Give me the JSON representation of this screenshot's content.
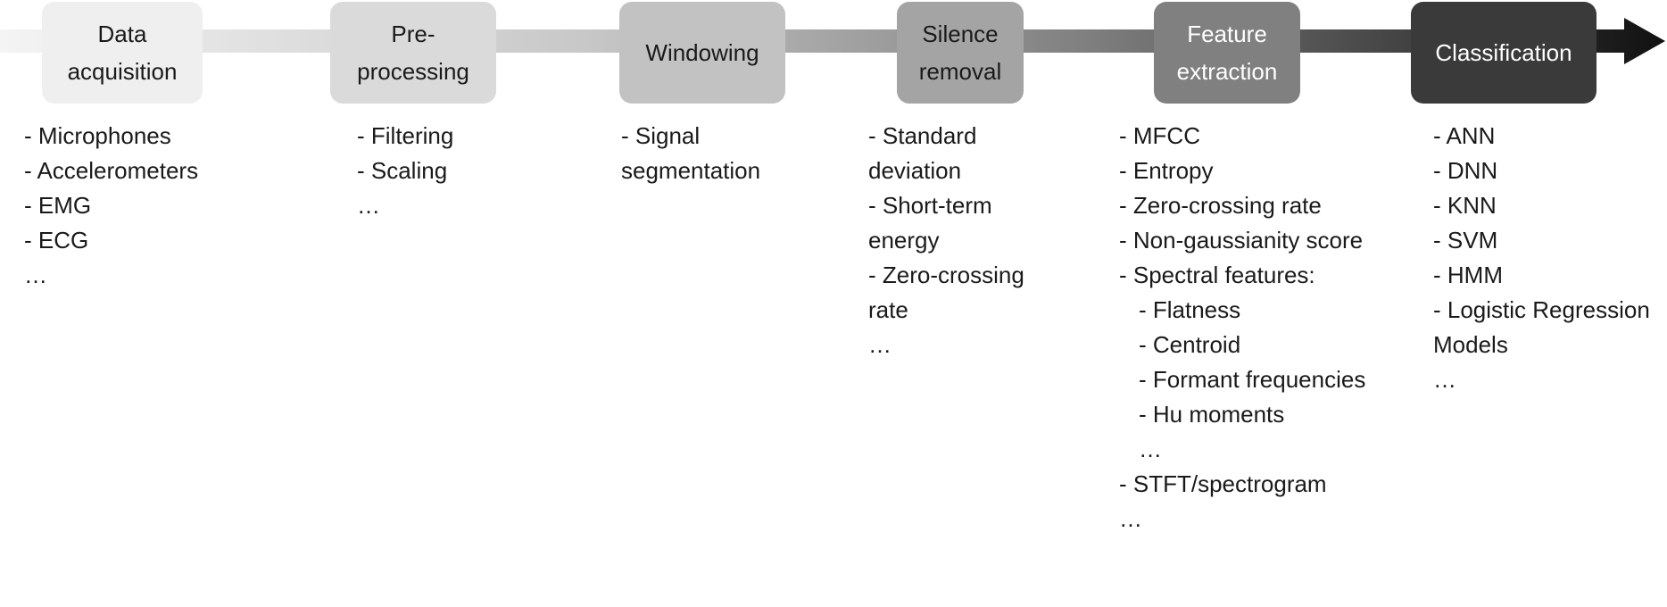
{
  "arrow": {
    "gradient_start": "#f4f4f4",
    "gradient_end": "#111111"
  },
  "stages": [
    {
      "label": "Data\nacquisition",
      "bg": "#efefef",
      "fg": "#1a1a1a",
      "items": [
        {
          "text": "- Microphones"
        },
        {
          "text": "- Accelerometers"
        },
        {
          "text": "- EMG"
        },
        {
          "text": "- ECG"
        },
        {
          "text": "…"
        }
      ]
    },
    {
      "label": "Pre-\nprocessing",
      "bg": "#dadada",
      "fg": "#1a1a1a",
      "items": [
        {
          "text": "- Filtering"
        },
        {
          "text": "- Scaling"
        },
        {
          "text": "…"
        }
      ]
    },
    {
      "label": "Windowing",
      "bg": "#c2c2c2",
      "fg": "#1a1a1a",
      "items": [
        {
          "text": "- Signal segmentation"
        }
      ]
    },
    {
      "label": "Silence\nremoval",
      "bg": "#a4a4a4",
      "fg": "#1a1a1a",
      "items": [
        {
          "text": "- Standard deviation"
        },
        {
          "text": "- Short-term energy"
        },
        {
          "text": "- Zero-crossing rate"
        },
        {
          "text": "…"
        }
      ]
    },
    {
      "label": "Feature\nextraction",
      "bg": "#808080",
      "fg": "#ffffff",
      "items": [
        {
          "text": "- MFCC"
        },
        {
          "text": "- Entropy"
        },
        {
          "text": "- Zero-crossing rate"
        },
        {
          "text": "- Non-gaussianity score"
        },
        {
          "text": "- Spectral features:"
        },
        {
          "text": "- Flatness",
          "sub": true
        },
        {
          "text": "- Centroid",
          "sub": true
        },
        {
          "text": "- Formant frequencies",
          "sub": true
        },
        {
          "text": "- Hu moments",
          "sub": true
        },
        {
          "text": "…",
          "sub": true
        },
        {
          "text": "- STFT/spectrogram"
        },
        {
          "text": "…"
        }
      ]
    },
    {
      "label": "Classification",
      "bg": "#3a3a3a",
      "fg": "#ffffff",
      "items": [
        {
          "text": "- ANN"
        },
        {
          "text": "- DNN"
        },
        {
          "text": "- KNN"
        },
        {
          "text": "- SVM"
        },
        {
          "text": "- HMM"
        },
        {
          "text": "- Logistic Regression Models"
        },
        {
          "text": "…"
        }
      ]
    }
  ]
}
